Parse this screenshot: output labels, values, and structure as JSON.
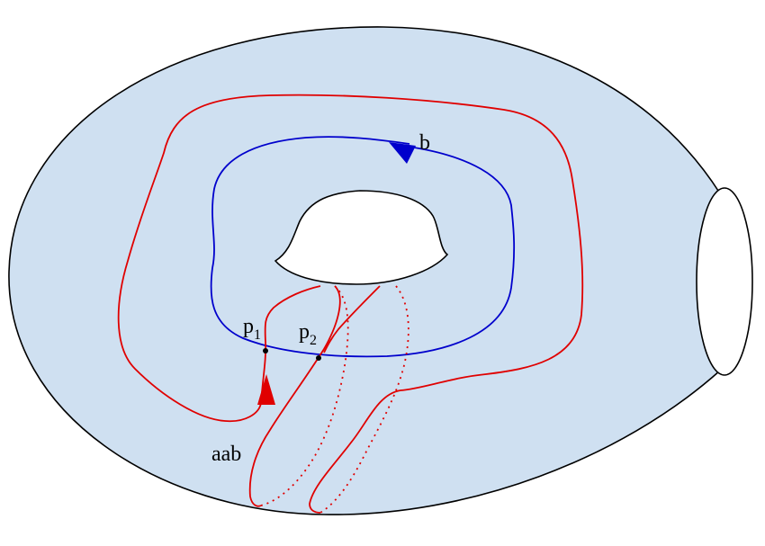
{
  "diagram": {
    "labels": {
      "b": "b",
      "p1_base": "p",
      "p1_sub": "1",
      "p2_base": "p",
      "p2_sub": "2",
      "aab": "aab"
    },
    "colors": {
      "surface_fill": "#cfe0f1",
      "outline": "#000000",
      "curve_b": "#0000cc",
      "curve_aab": "#e00000",
      "hole_fill": "#ffffff"
    },
    "curves": [
      {
        "name": "b",
        "color": "blue",
        "orientation_arrow": true
      },
      {
        "name": "aab",
        "color": "red",
        "orientation_arrow": true
      }
    ],
    "points": [
      "p1",
      "p2"
    ]
  }
}
